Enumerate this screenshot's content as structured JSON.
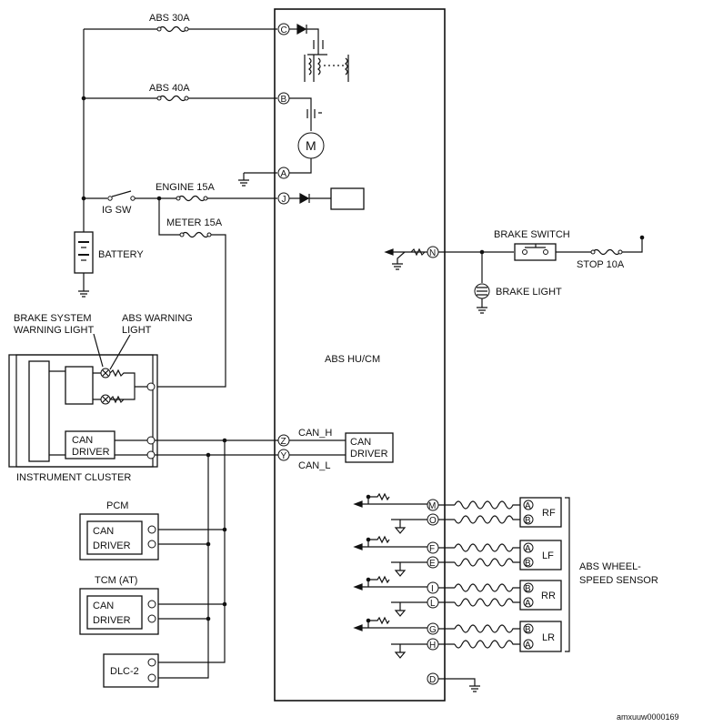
{
  "main_unit": {
    "label": "ABS HU/CM"
  },
  "fuses": {
    "abs30": "ABS 30A",
    "abs40": "ABS 40A",
    "engine15": "ENGINE 15A",
    "meter15": "METER 15A",
    "stop10": "STOP 10A"
  },
  "switches": {
    "ig_sw": "IG SW",
    "brake_switch": "BRAKE SWITCH"
  },
  "components": {
    "battery": "BATTERY",
    "brake_light": "BRAKE LIGHT",
    "brake_system_warning_light": [
      "BRAKE SYSTEM",
      "WARNING LIGHT"
    ],
    "abs_warning_light": [
      "ABS WARNING",
      "LIGHT"
    ],
    "instrument_cluster": "INSTRUMENT CLUSTER",
    "pcm": "PCM",
    "tcm": "TCM (AT)",
    "dlc": "DLC-2",
    "can_driver": [
      "CAN",
      "DRIVER"
    ],
    "wheel_sensor_group": [
      "ABS WHEEL-",
      "SPEED SENSOR"
    ]
  },
  "can_lines": {
    "high": "CAN_H",
    "low": "CAN_L"
  },
  "pins": {
    "c": "C",
    "b": "B",
    "a": "A",
    "j": "J",
    "n": "N",
    "z": "Z",
    "y": "Y",
    "m": "M",
    "o": "O",
    "f": "F",
    "e": "E",
    "i": "I",
    "l": "L",
    "g": "G",
    "h": "H",
    "d": "D"
  },
  "wheel_sensors": [
    {
      "name": "RF",
      "top_pin": "A",
      "bottom_pin": "B"
    },
    {
      "name": "LF",
      "top_pin": "A",
      "bottom_pin": "B"
    },
    {
      "name": "RR",
      "top_pin": "B",
      "bottom_pin": "A"
    },
    {
      "name": "LR",
      "top_pin": "B",
      "bottom_pin": "A"
    }
  ],
  "figure_id": "amxuuw0000169"
}
